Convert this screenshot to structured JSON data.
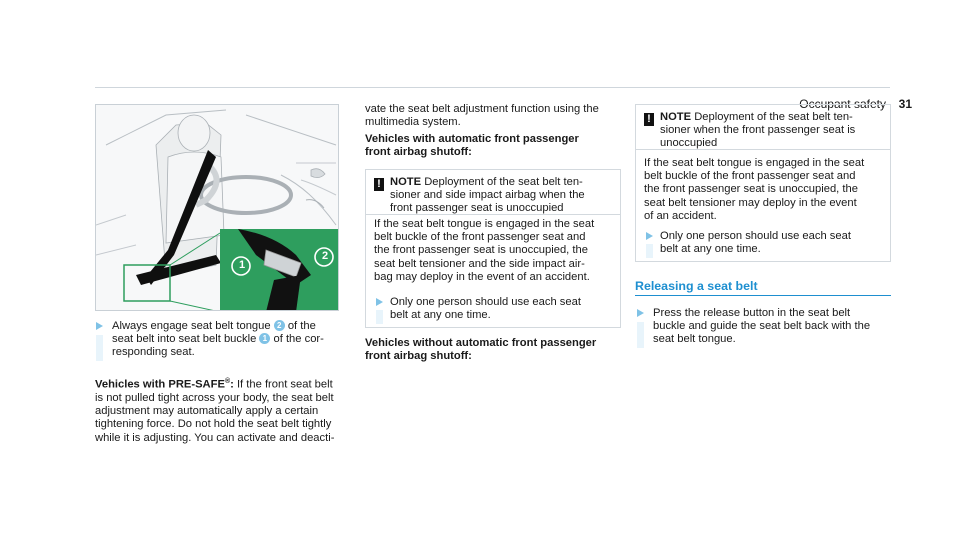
{
  "header": {
    "title": "Occupant safety",
    "page_number": "31"
  },
  "figure": {
    "callouts": [
      "1",
      "2"
    ]
  },
  "col1": {
    "step_intro": "Always engage seat belt tongue",
    "step_mid1": "of the",
    "step_line2a": "seat belt into seat belt buckle",
    "step_line2b": "of the cor-",
    "step_line3": "responding seat.",
    "badge_tongue": "2",
    "badge_buckle": "1",
    "presafe_label": "Vehicles with PRE-SAFE",
    "presafe_reg": "®",
    "presafe_colon": ":",
    "presafe_lines": [
      "If the front seat belt",
      "is not pulled tight across your body, the seat belt",
      "adjustment may automatically apply a certain",
      "tightening force. Do not hold the seat belt tightly",
      "while it is adjusting. You can activate and deacti-"
    ]
  },
  "col2": {
    "cont_lines": [
      "vate the seat belt adjustment function using the",
      "multimedia system."
    ],
    "heading_with": [
      "Vehicles with automatic front passenger",
      "front airbag shutoff:"
    ],
    "note": {
      "label": "NOTE",
      "head_lines": [
        "Deployment of the seat belt ten-",
        "sioner and side impact airbag when the",
        "front passenger seat is unoccupied"
      ],
      "body_lines": [
        "If the seat belt tongue is engaged in the seat",
        "belt buckle of the front passenger seat and",
        "the front passenger seat is unoccupied, the",
        "seat belt tensioner and the side impact air-",
        "bag may deploy in the event of an accident."
      ],
      "step_lines": [
        "Only one person should use each seat",
        "belt at any one time."
      ]
    },
    "heading_without": [
      "Vehicles without automatic front passenger",
      "front airbag shutoff:"
    ]
  },
  "col3": {
    "note": {
      "label": "NOTE",
      "head_lines": [
        "Deployment of the seat belt ten-",
        "sioner when the front passenger seat is",
        "unoccupied"
      ],
      "body_lines": [
        "If the seat belt tongue is engaged in the seat",
        "belt buckle of the front passenger seat and",
        "the front passenger seat is unoccupied, the",
        "seat belt tensioner may deploy in the event",
        "of an accident."
      ],
      "step_lines": [
        "Only one person should use each seat",
        "belt at any one time."
      ]
    },
    "section_title": "Releasing a seat belt",
    "step_lines": [
      "Press the release button in the seat belt",
      "buckle and guide the seat belt back with the",
      "seat belt tongue."
    ]
  },
  "colors": {
    "accent": "#1e8fd0",
    "figure_green": "#2e9e5e",
    "figure_bg": "#f7f8f9",
    "step_arrow": "#7fc2e6"
  }
}
